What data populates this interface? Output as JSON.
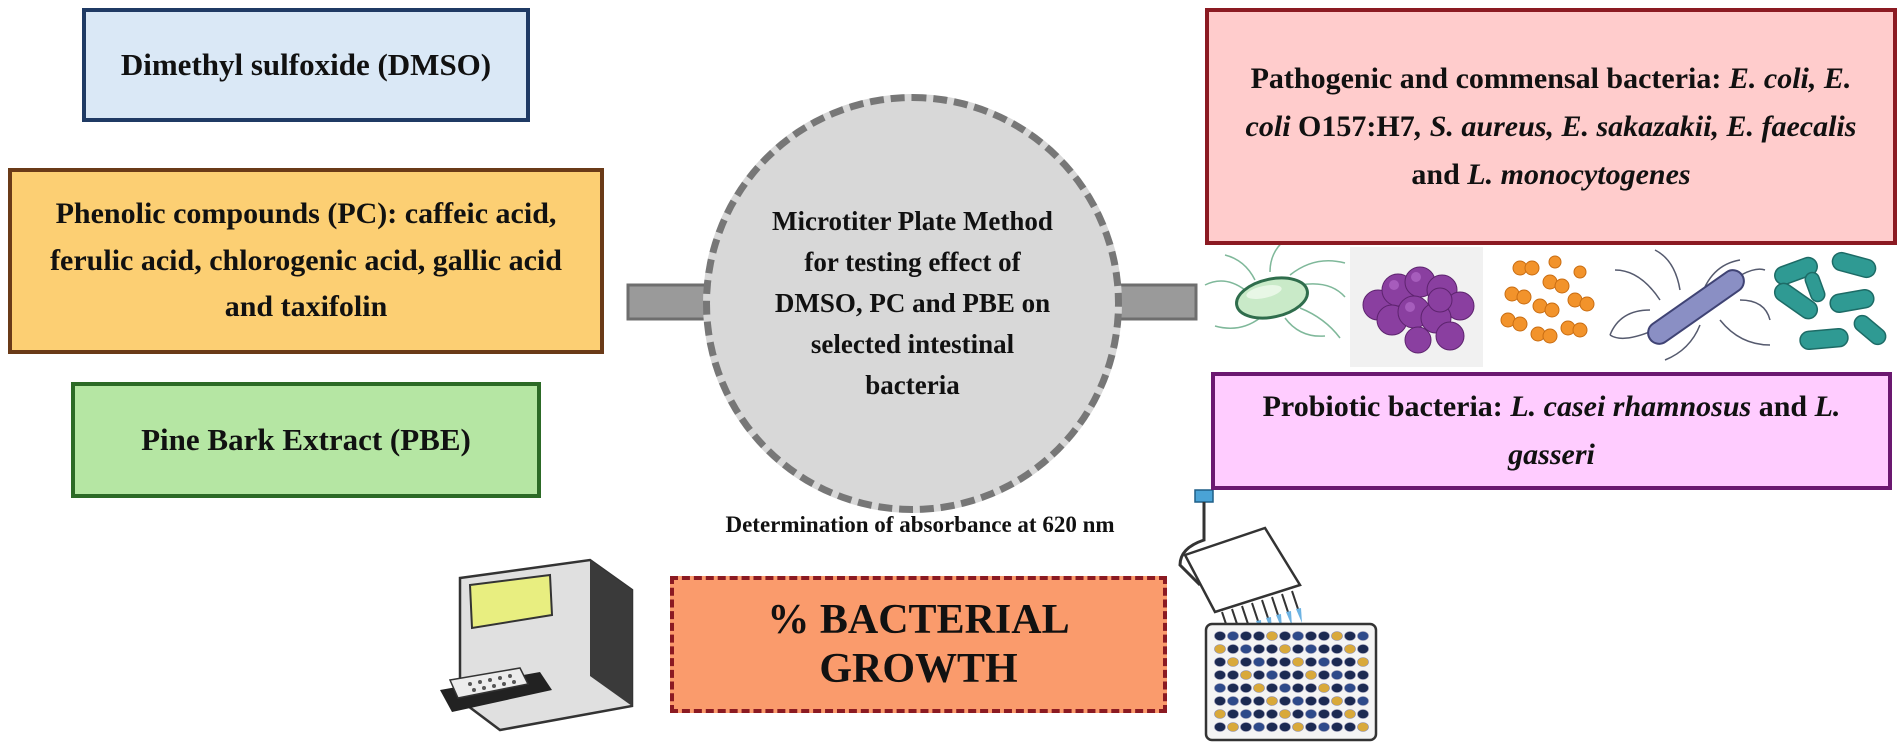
{
  "dmso_box": {
    "text": "Dimethyl sulfoxide (DMSO)"
  },
  "pc_box": {
    "text": "Phenolic compounds (PC): caffeic acid, ferulic acid, chlorogenic acid, gallic acid and taxifolin"
  },
  "pbe_box": {
    "text": "Pine Bark Extract (PBE)"
  },
  "center": {
    "text": "Microtiter Plate Method for testing effect of DMSO, PC and PBE on selected intestinal bacteria"
  },
  "pathogenic_box": {
    "lead": "Pathogenic and commensal bacteria: ",
    "s1": "E. coli, E. coli",
    "s2": " O157:H7",
    "s3": ", S. aureus, E. sakazakii, E. faecalis",
    "s4": " and ",
    "s5": "L. monocytogenes"
  },
  "probiotic_box": {
    "lead": "Probiotic bacteria: ",
    "s1": "L. casei rhamnosus",
    "s2": " and ",
    "s3": "L. gasseri"
  },
  "absorbance_label": "Determination of absorbance at 620 nm",
  "result_box": {
    "line1": "% BACTERIAL",
    "line2": "GROWTH"
  },
  "icons": [
    "left-arrow-icon",
    "right-arrow-icon",
    "ecoli-bacterium-icon",
    "staphylococcus-cluster-icon",
    "coccus-chain-icon",
    "flagellated-bacillus-icon",
    "rod-bacteria-group-icon",
    "microplate-reader-icon",
    "multichannel-pipette-icon",
    "96-well-plate-icon"
  ],
  "colors": {
    "dmso_fill": "#dae8f6",
    "pc_fill": "#fccf73",
    "pbe_fill": "#b5e6a3",
    "pathogenic_fill": "#ffcccc",
    "probiotic_fill": "#ffccff",
    "result_fill": "#fa9b6c",
    "circle_fill": "#d8d8d8"
  }
}
